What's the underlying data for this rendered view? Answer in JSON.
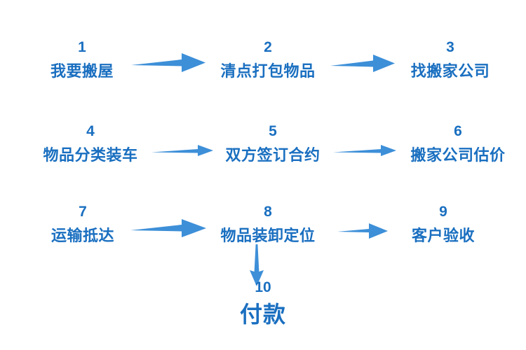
{
  "diagram": {
    "title_text": "",
    "colors": {
      "text_blue": "#1a6fc0",
      "arrow_blue": "#3d8fd8",
      "background": "#ffffff"
    },
    "rows": [
      {
        "steps": [
          {
            "number": "1",
            "label": "我要搬屋"
          },
          {
            "number": "2",
            "label": "清点打包物品"
          },
          {
            "number": "3",
            "label": "找搬家公司"
          }
        ],
        "arrows": [
          {
            "name": "arrow-1-to-2",
            "direction": "right"
          },
          {
            "name": "arrow-2-to-3",
            "direction": "right"
          }
        ]
      },
      {
        "steps": [
          {
            "number": "4",
            "label": "物品分类装车"
          },
          {
            "number": "5",
            "label": "双方签订合约"
          },
          {
            "number": "6",
            "label": "搬家公司估价"
          }
        ],
        "arrows": [
          {
            "name": "arrow-4-to-5",
            "direction": "right"
          },
          {
            "name": "arrow-5-to-6",
            "direction": "right"
          }
        ]
      },
      {
        "steps": [
          {
            "number": "7",
            "label": "运输抵达"
          },
          {
            "number": "8",
            "label": "物品装卸定位"
          },
          {
            "number": "9",
            "label": "客户验收"
          }
        ],
        "arrows": [
          {
            "name": "arrow-7-to-8",
            "direction": "right"
          },
          {
            "name": "arrow-8-to-9",
            "direction": "right"
          }
        ]
      }
    ],
    "branch": {
      "arrow": {
        "name": "arrow-8-to-10",
        "direction": "down"
      },
      "step": {
        "number": "10",
        "label": "付款"
      }
    }
  }
}
